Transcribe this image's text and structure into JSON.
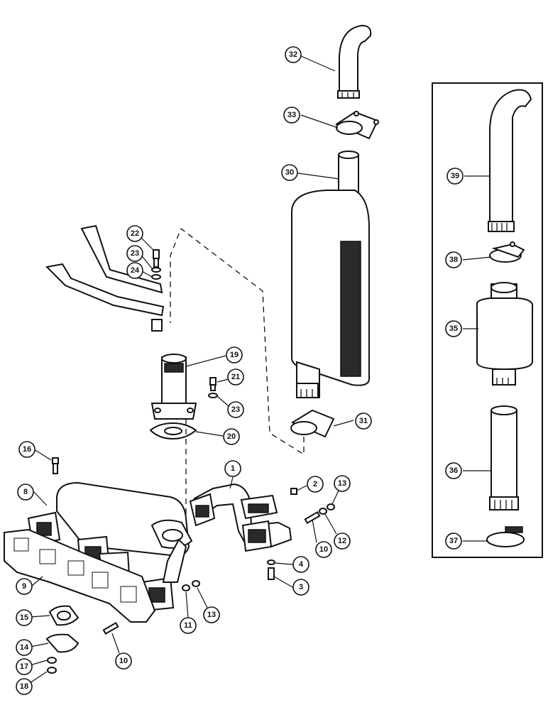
{
  "diagram": {
    "callouts": {
      "c1": "1",
      "c2": "2",
      "c3": "3",
      "c4": "4",
      "c8": "8",
      "c9": "9",
      "c10a": "10",
      "c10b": "10",
      "c11": "11",
      "c12": "12",
      "c13a": "13",
      "c13b": "13",
      "c14": "14",
      "c15": "15",
      "c16": "16",
      "c17": "17",
      "c18": "18",
      "c19": "19",
      "c20": "20",
      "c21": "21",
      "c22": "22",
      "c23a": "23",
      "c23b": "23",
      "c24": "24",
      "c30": "30",
      "c31": "31",
      "c32": "32",
      "c33": "33",
      "c35": "35",
      "c36": "36",
      "c37": "37",
      "c38": "38",
      "c39": "39"
    }
  }
}
